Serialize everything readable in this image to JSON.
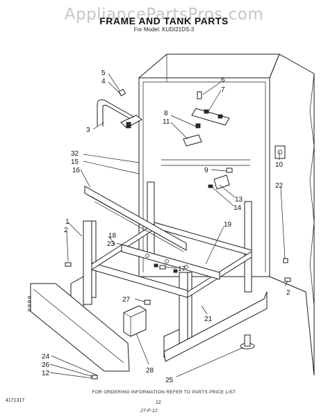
{
  "header": {
    "watermark": "AppliancePartsPros.com",
    "title": "FRAME AND TANK PARTS",
    "model_line": "For Model: KUDI21DS-3"
  },
  "callouts": [
    "5",
    "4",
    "6",
    "7",
    "3",
    "8",
    "11",
    "32",
    "15",
    "16",
    "9",
    "10",
    "22",
    "13",
    "14",
    "1",
    "2",
    "18",
    "23",
    "19",
    "17",
    "2",
    "27",
    "21",
    "24",
    "26",
    "12",
    "28",
    "25"
  ],
  "footer": {
    "ordering_note": "FOR ORDERING INFORMATION REFER TO PARTS PRICE LIST",
    "doc_number": "4171317",
    "page_number": "12",
    "date_note": "27-F-12"
  }
}
